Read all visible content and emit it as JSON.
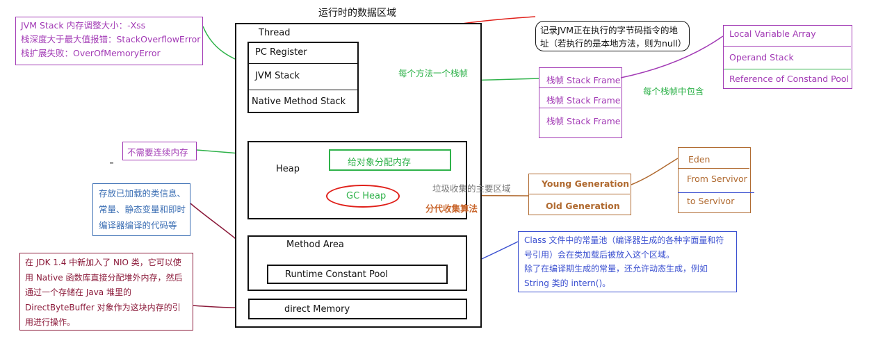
{
  "title": "运行时的数据区域",
  "runtime": {
    "thread": "Thread",
    "pc_register": "PC Register",
    "jvm_stack": "JVM Stack",
    "native_method_stack": "Native Method Stack",
    "heap": "Heap",
    "heap_alloc": "给对象分配内存",
    "gc_heap": "GC Heap",
    "method_area": "Method Area",
    "runtime_constant_pool": "Runtime Constant Pool",
    "direct_memory": "direct Memory"
  },
  "notes": {
    "jvm_stack_config": [
      "JVM Stack 内存调整大小：-Xss",
      "栈深度大于最大值报错：StackOverflowError",
      "栈扩展失败：OverOfMemoryError"
    ],
    "pc_register_desc": [
      "记录JVM正在执行的字节码指令的地",
      "址（若执行的是本地方法，则为null）"
    ],
    "per_method_frame": "每个方法一个栈帧",
    "frame_contains": "每个栈帧中包含",
    "heap_not_contiguous": "不需要连续内存",
    "gc_main_area": "垃圾收集的主要区域",
    "generational_gc": "分代收集算法",
    "method_area_desc": [
      "存放已加载的类信息、",
      "常量、静态变量和即时",
      "编译器编译的代码等"
    ],
    "nio_desc": [
      "在 JDK 1.4 中新加入了 NIO 类，它可以使",
      "用 Native 函数库直接分配堆外内存，然后",
      "通过一个存储在 Java 堆里的",
      "DirectByteBuffer 对象作为这块内存的引",
      "用进行操作。"
    ],
    "constant_pool_desc": [
      "Class 文件中的常量池（编译器生成的各种字面量和符",
      "号引用）会在类加载后被放入这个区域。",
      "除了在编译期生成的常量，还允许动态生成，例如",
      "String 类的 intern()。"
    ]
  },
  "stack_frames": [
    "栈帧 Stack Frame",
    "栈帧 Stack Frame",
    "栈帧 Stack Frame"
  ],
  "frame_parts": [
    "Local Variable Array",
    "Operand Stack",
    "Reference of Constand Pool"
  ],
  "generations": [
    "Young Generation",
    "Old Generation"
  ],
  "young_parts": [
    "Eden",
    "From Servivor",
    "to Servivor"
  ],
  "colors": {
    "purple": "#a23ab5",
    "green": "#2fb24a",
    "red": "#e0201a",
    "blue": "#3a4fd0",
    "brown": "#b06a30",
    "maroon": "#8b1a3a",
    "steel": "#3c6fb4",
    "orange_text": "#c8642a"
  }
}
